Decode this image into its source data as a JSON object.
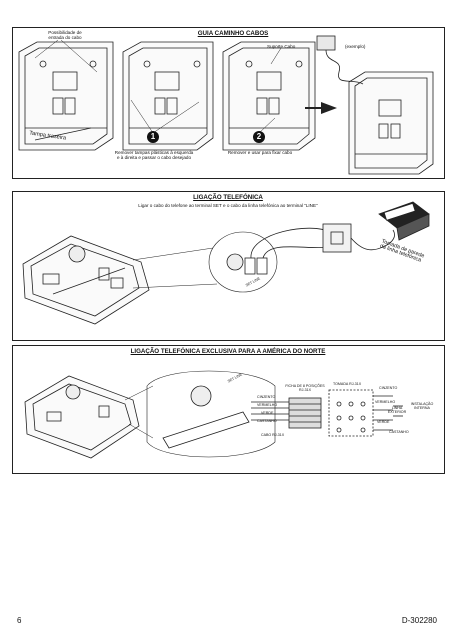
{
  "section1": {
    "title": "GUIA CAMINHO CABOS",
    "label_knockout": "Possibilidade de entrada do cabo",
    "label_tamper": "Tampa traseira",
    "label_support": "Suporte Cabo",
    "label_example": "(exemplo)",
    "step1_number": "1",
    "step2_number": "2",
    "step1_caption": "Remover tampas plásticas à esquerda e à direita e passar o cabo desejado",
    "step2_caption": "Remover e usar para fixar cabo"
  },
  "section2": {
    "title": "LIGAÇÃO TELEFÓNICA",
    "instruction": "Ligar o cabo do telefone ao terminal SET e o cabo da linha telefónica ao terminal \"LINE\"",
    "terminal_label": "SET  LINE",
    "wall_jack_label": "Tomada de parede da linha telefónica"
  },
  "section3": {
    "title": "LIGAÇÃO TELEFÓNICA EXCLUSIVA PARA A AMÉRICA DO NORTE",
    "terminal_label": "SET  LINE",
    "plug_label": "FICHA DE 8 POSIÇÕES RJ-31X",
    "socket_label": "TOMADA RJ-31X",
    "wires": [
      "CINZENTO",
      "VERMELHO",
      "VERDE",
      "CASTANHO"
    ],
    "cable_label": "CABO RJ-31X",
    "right_labels": [
      "CINZENTO",
      "VERMELHO",
      "LINHA EXTERIOR",
      "INSTALAÇÃO INTERNA",
      "VERDE",
      "CASTANHO"
    ]
  },
  "footer": {
    "page_number": "6",
    "doc_code": "D-302280"
  }
}
